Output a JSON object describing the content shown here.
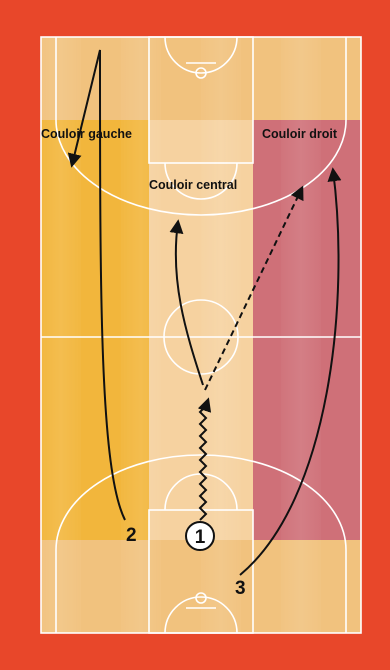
{
  "lanes": {
    "left": "Couloir gauche",
    "center": "Couloir central",
    "right": "Couloir droit"
  },
  "players": {
    "p1": "1",
    "p2": "2",
    "p3": "3"
  },
  "colors": {
    "border": "#e8472a",
    "court": "#f1c27e",
    "left_lane": "#f2b63c",
    "center_lane": "#f6d2a0",
    "right_lane": "#cf7078",
    "lines": "#ffffff",
    "ink": "#111111"
  }
}
